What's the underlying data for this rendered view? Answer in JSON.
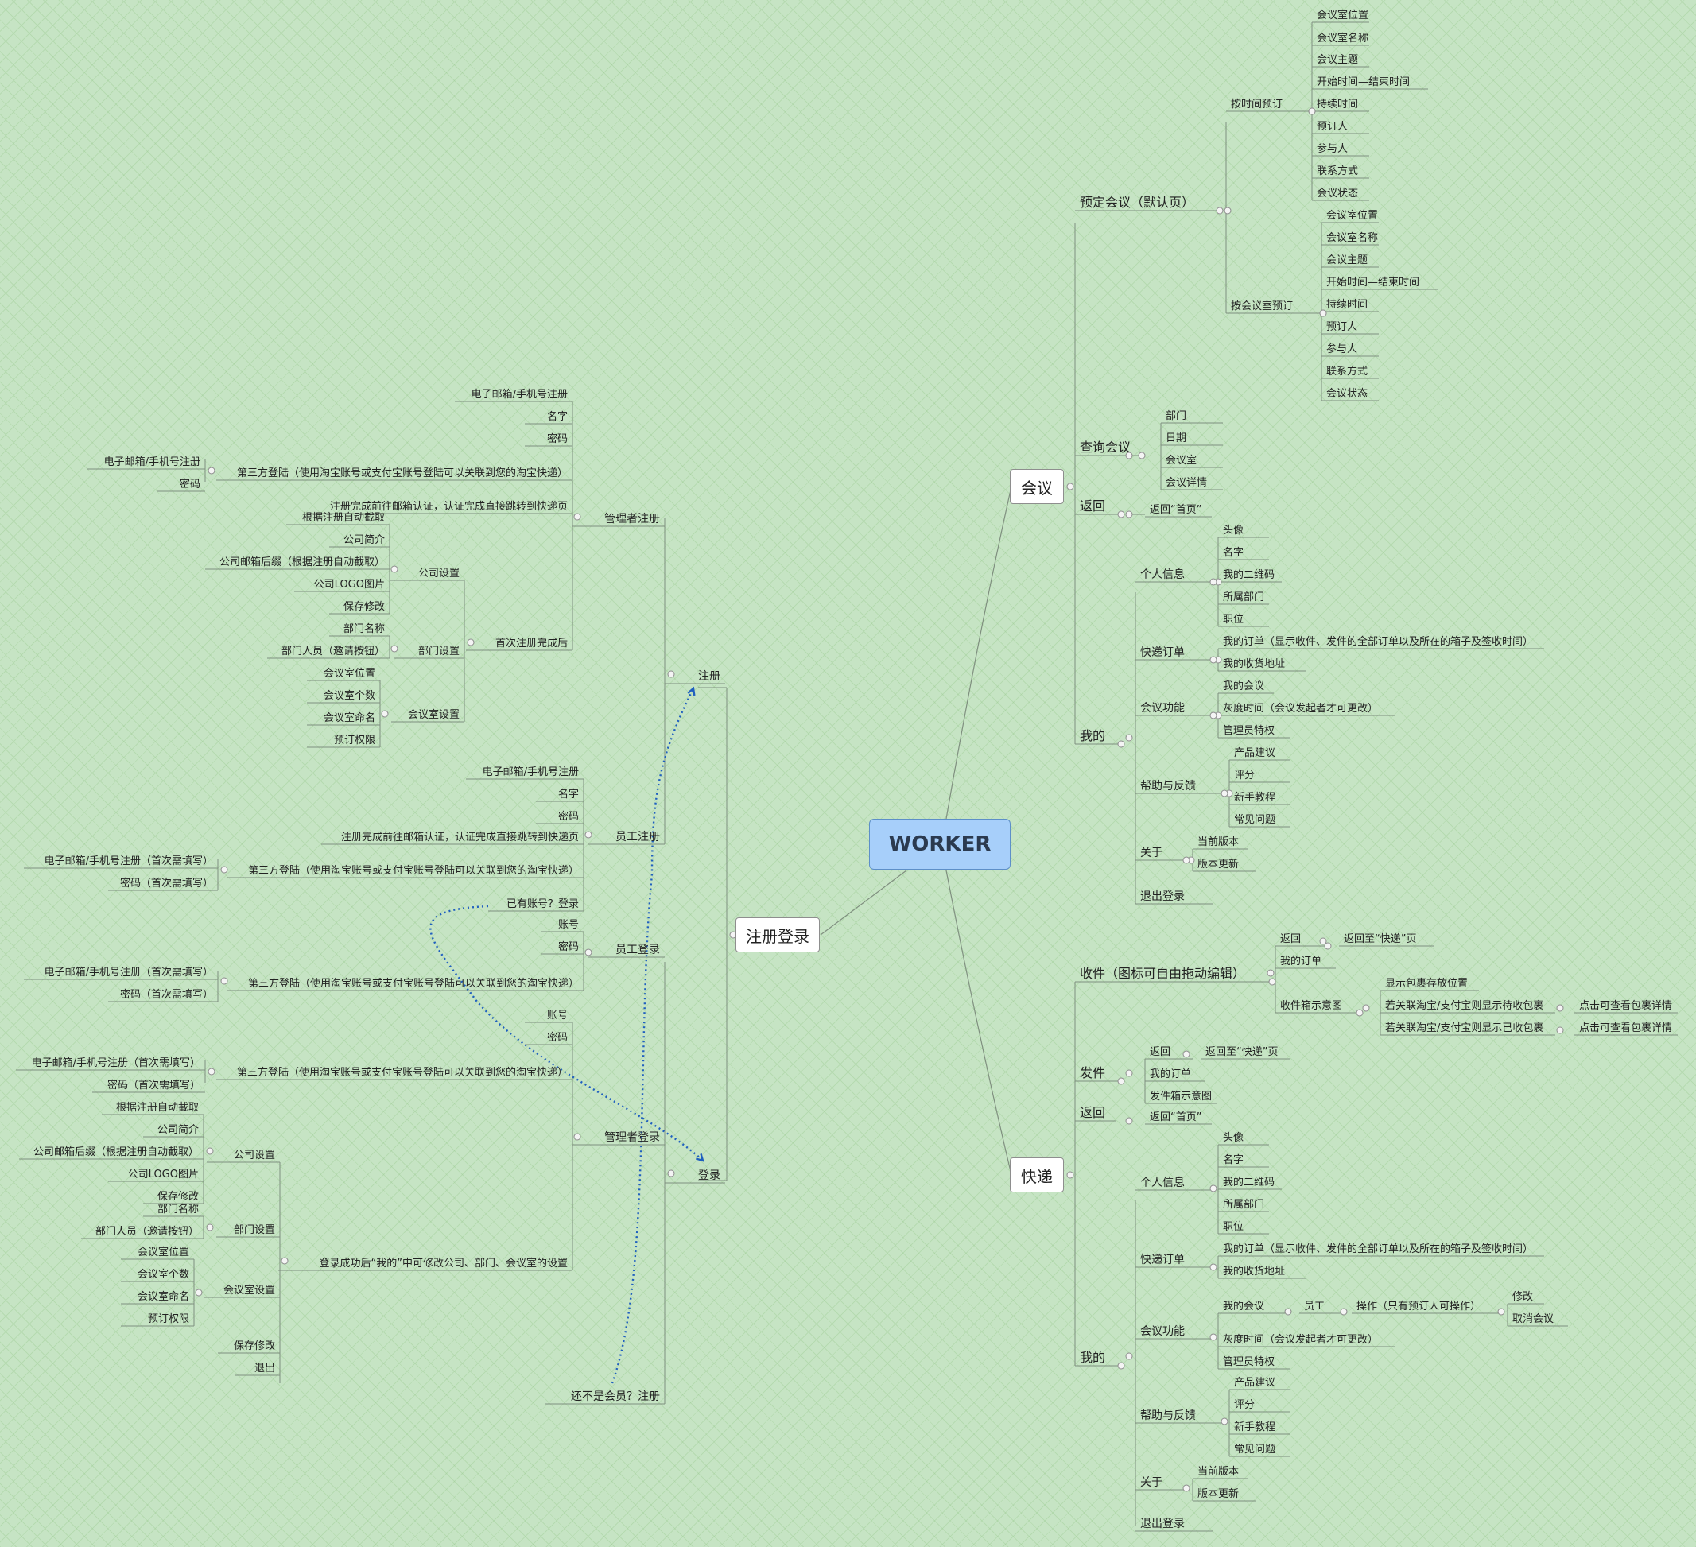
{
  "root": "WORKER",
  "branches": {
    "meeting": "会议",
    "express": "快递",
    "reglogin": "注册登录"
  },
  "meeting": {
    "book": "预定会议（默认页）",
    "by_time": "按时间预订",
    "by_time_items": [
      "会议室位置",
      "会议室名称",
      "会议主题",
      "开始时间—结束时间",
      "持续时间",
      "预订人",
      "参与人",
      "联系方式",
      "会议状态"
    ],
    "by_room": "按会议室预订",
    "by_room_items": [
      "会议室位置",
      "会议室名称",
      "会议主题",
      "开始时间—结束时间",
      "持续时间",
      "预订人",
      "参与人",
      "联系方式",
      "会议状态"
    ],
    "query": "查询会议",
    "query_items": [
      "部门",
      "日期",
      "会议室",
      "会议详情"
    ],
    "back": "返回",
    "back_home": "返回“首页”",
    "mine": "我的",
    "profile": "个人信息",
    "profile_items": [
      "头像",
      "名字",
      "我的二维码",
      "所属部门",
      "职位"
    ],
    "orders": "快递订单",
    "orders_items": [
      "我的订单（显示收件、发件的全部订单以及所在的箱子及签收时间）",
      "我的收货地址"
    ],
    "meetfunc": "会议功能",
    "meetfunc_items": [
      "我的会议",
      "灰度时间（会议发起者才可更改）",
      "管理员特权"
    ],
    "help": "帮助与反馈",
    "help_items": [
      "产品建议",
      "评分",
      "新手教程",
      "常见问题"
    ],
    "about": "关于",
    "about_items": [
      "当前版本",
      "版本更新"
    ],
    "logout": "退出登录"
  },
  "express": {
    "receive": "收件（图标可自由拖动编辑）",
    "recv_back": "返回",
    "recv_back_to": "返回至“快递”页",
    "recv_orders": "我的订单",
    "recv_box": "收件箱示意图",
    "recv_box_items": [
      "显示包裹存放位置",
      "若关联淘宝/支付宝则显示待收包裹",
      "若关联淘宝/支付宝则显示已收包裹"
    ],
    "click_detail": "点击可查看包裹详情",
    "send": "发件",
    "send_back": "返回",
    "send_back_to": "返回至“快递”页",
    "send_orders": "我的订单",
    "send_box": "发件箱示意图",
    "back": "返回",
    "back_home": "返回“首页”",
    "mine": "我的",
    "profile": "个人信息",
    "profile_items": [
      "头像",
      "名字",
      "我的二维码",
      "所属部门",
      "职位"
    ],
    "orders": "快递订单",
    "orders_items": [
      "我的订单（显示收件、发件的全部订单以及所在的箱子及签收时间）",
      "我的收货地址"
    ],
    "meetfunc": "会议功能",
    "my_meeting": "我的会议",
    "staff": "员工",
    "operate": "操作（只有预订人可操作）",
    "operate_items": [
      "修改",
      "取消会议"
    ],
    "gray_time": "灰度时间（会议发起者才可更改）",
    "admin_priv": "管理员特权",
    "help": "帮助与反馈",
    "help_items": [
      "产品建议",
      "评分",
      "新手教程",
      "常见问题"
    ],
    "about": "关于",
    "about_items": [
      "当前版本",
      "版本更新"
    ],
    "logout": "退出登录"
  },
  "reg": {
    "register": "注册",
    "admin_reg": "管理者注册",
    "email_reg": "电子邮箱/手机号注册",
    "name": "名字",
    "password": "密码",
    "third": "第三方登陆（使用淘宝账号或支付宝账号登陆可以关联到您的淘宝快递）",
    "third_items": [
      "电子邮箱/手机号注册",
      "密码"
    ],
    "verify": "注册完成前往邮箱认证，认证完成直接跳转到快递页",
    "after_first": "首次注册完成后",
    "company": "公司设置",
    "company_items": [
      "根据注册自动截取",
      "公司简介",
      "公司邮箱后缀（根据注册自动截取）",
      "公司LOGO图片",
      "保存修改"
    ],
    "dept": "部门设置",
    "dept_items": [
      "部门名称",
      "部门人员（邀请按钮）"
    ],
    "room": "会议室设置",
    "room_items": [
      "会议室位置",
      "会议室个数",
      "会议室命名",
      "预订权限"
    ],
    "staff_reg": "员工注册",
    "staff_third_items": [
      "电子邮箱/手机号注册（首次需填写）",
      "密码（首次需填写）"
    ],
    "has_account": "已有账号？登录"
  },
  "login": {
    "login": "登录",
    "staff_login": "员工登录",
    "account": "账号",
    "password": "密码",
    "third": "第三方登陆（使用淘宝账号或支付宝账号登陆可以关联到您的淘宝快递）",
    "third_items": [
      "电子邮箱/手机号注册（首次需填写）",
      "密码（首次需填写）"
    ],
    "admin_login": "管理者登录",
    "after_login": "登录成功后“我的”中可修改公司、部门、会议室的设置",
    "company": "公司设置",
    "company_items": [
      "根据注册自动截取",
      "公司简介",
      "公司邮箱后缀（根据注册自动截取）",
      "公司LOGO图片",
      "保存修改"
    ],
    "dept": "部门设置",
    "dept_items": [
      "部门名称",
      "部门人员（邀请按钮）"
    ],
    "room": "会议室设置",
    "room_items": [
      "会议室位置",
      "会议室个数",
      "会议室命名",
      "预订权限"
    ],
    "save": "保存修改",
    "exit": "退出",
    "not_member": "还不是会员？注册"
  }
}
